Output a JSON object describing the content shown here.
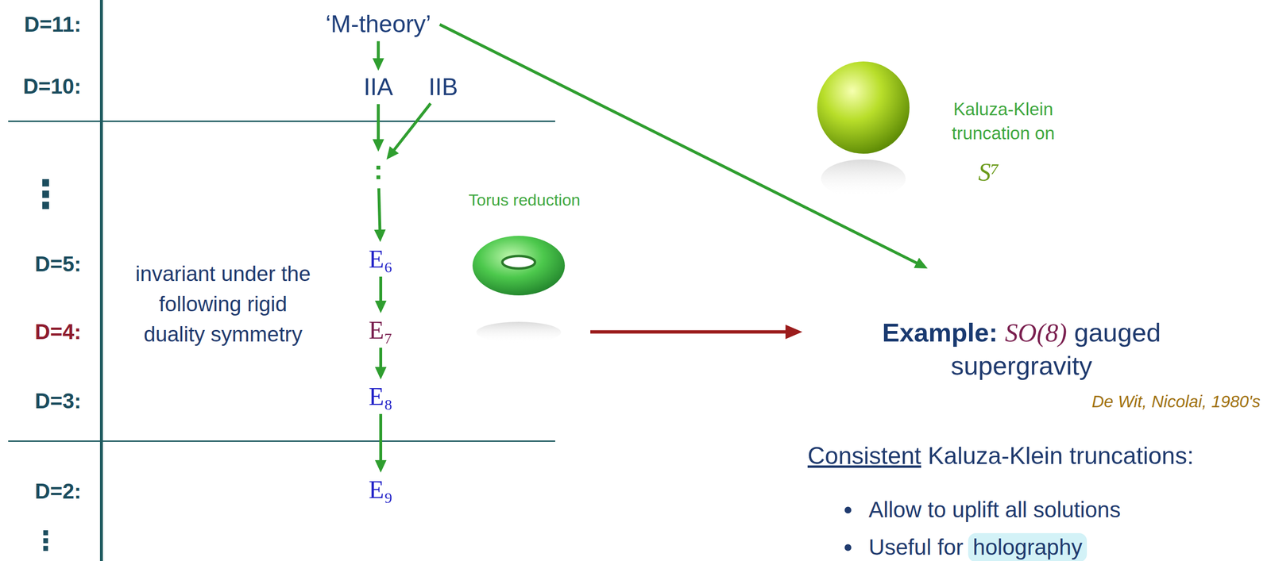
{
  "diagram": {
    "nodes": [
      {
        "text": [
          "‘M-theory’"
        ]
      },
      {
        "text": [
          "IIA"
        ]
      },
      {
        "text": [
          "IIB"
        ]
      },
      {
        "text": [
          ":"
        ]
      },
      {
        "text": [
          "E₆"
        ]
      },
      {
        "text": [
          "E₇"
        ]
      },
      {
        "text": [
          "E₈"
        ]
      },
      {
        "text": [
          "E₉"
        ]
      },
      {
        "text": [
          "Example:",
          "SO(8)",
          "gauged supergravity"
        ]
      },
      {
        "text": [
          "holography"
        ]
      }
    ],
    "edges": [
      {
        "from": 0,
        "to": 1,
        "arrow": "to"
      },
      {
        "from": 1,
        "to": 3,
        "arrow": "to"
      },
      {
        "from": 2,
        "to": 3,
        "arrow": "to"
      },
      {
        "from": 3,
        "to": 4,
        "arrow": "to"
      },
      {
        "from": 4,
        "to": 5,
        "arrow": "to"
      },
      {
        "from": 5,
        "to": 6,
        "arrow": "to"
      },
      {
        "from": 6,
        "to": 7,
        "arrow": "to"
      },
      {
        "from": 0,
        "to": 8,
        "arrow": "to"
      }
    ],
    "labels": [
      "D=11:",
      "D=10:",
      "⋮",
      "D=5:",
      "D=4:",
      "D=3:",
      "D=2:",
      "⋮",
      "invariant under the following rigid duality symmetry",
      "Torus reduction",
      "Kaluza-Klein truncation on",
      "S⁷",
      "De Wit, Nicolai, 1980's",
      "Consistent",
      "Kaluza-Klein truncations:",
      "Allow to uplift all solutions",
      "Useful for"
    ]
  }
}
